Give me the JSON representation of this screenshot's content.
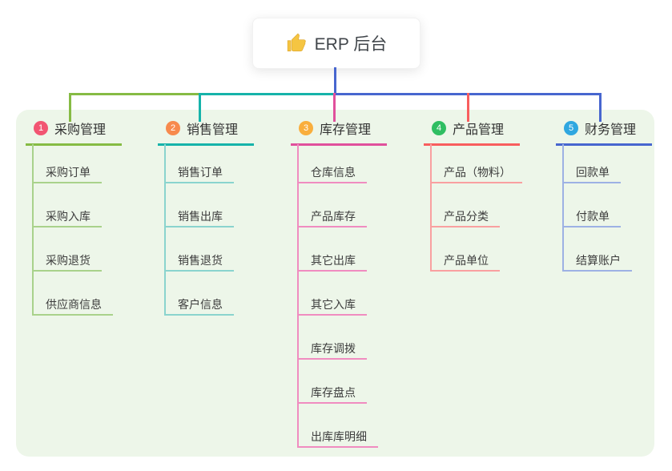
{
  "root": {
    "label": "ERP 后台",
    "icon": "thumbs-up",
    "connector_color": "#4766cf"
  },
  "panel_color": "#edf6e9",
  "branches": [
    {
      "num": "1",
      "label": "采购管理",
      "badge_color": "#f25572",
      "line_color": "#86bb44",
      "child_line_color": "#a9d28b",
      "children": [
        "采购订单",
        "采购入库",
        "采购退货",
        "供应商信息"
      ]
    },
    {
      "num": "2",
      "label": "销售管理",
      "badge_color": "#f78a4d",
      "line_color": "#16b3aa",
      "child_line_color": "#8ad4ce",
      "children": [
        "销售订单",
        "销售出库",
        "销售退货",
        "客户信息"
      ]
    },
    {
      "num": "3",
      "label": "库存管理",
      "badge_color": "#f9ae3d",
      "line_color": "#e0509c",
      "child_line_color": "#f08cc0",
      "children": [
        "仓库信息",
        "产品库存",
        "其它出库",
        "其它入库",
        "库存调拨",
        "库存盘点",
        "出库库明细"
      ]
    },
    {
      "num": "4",
      "label": "产品管理",
      "badge_color": "#2fbe62",
      "line_color": "#f85e5e",
      "child_line_color": "#f9a0a0",
      "children": [
        "产品（物料）",
        "产品分类",
        "产品单位"
      ]
    },
    {
      "num": "5",
      "label": "财务管理",
      "badge_color": "#2fa7e0",
      "line_color": "#4766cf",
      "child_line_color": "#9db1e4",
      "children": [
        "回款单",
        "付款单",
        "结算账户"
      ]
    }
  ]
}
